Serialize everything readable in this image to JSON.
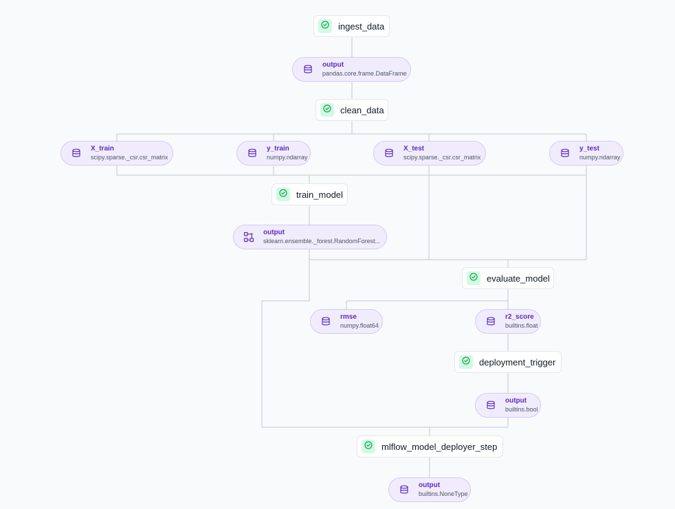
{
  "colors": {
    "edge": "#c2c6cc",
    "step_status_bg": "#d1fae5",
    "step_status_icon": "#16a34a",
    "artifact_bg": "#f1ecfc",
    "artifact_border": "#d6c9f3",
    "artifact_name": "#5b2bbf"
  },
  "steps": {
    "ingest_data": {
      "label": "ingest_data",
      "status": "completed"
    },
    "clean_data": {
      "label": "clean_data",
      "status": "completed"
    },
    "train_model": {
      "label": "train_model",
      "status": "completed"
    },
    "evaluate_model": {
      "label": "evaluate_model",
      "status": "completed"
    },
    "deployment_trigger": {
      "label": "deployment_trigger",
      "status": "completed"
    },
    "mlflow_model_deployer_step": {
      "label": "mlflow_model_deployer_step",
      "status": "completed"
    }
  },
  "artifacts": {
    "ingest_output": {
      "name": "output",
      "type": "pandas.core.frame.DataFrame",
      "icon": "database-icon"
    },
    "x_train": {
      "name": "X_train",
      "type": "scipy.sparse._csr.csr_matrix",
      "icon": "database-icon"
    },
    "y_train": {
      "name": "y_train",
      "type": "numpy.ndarray",
      "icon": "database-icon"
    },
    "x_test": {
      "name": "X_test",
      "type": "scipy.sparse._csr.csr_matrix",
      "icon": "database-icon"
    },
    "y_test": {
      "name": "y_test",
      "type": "numpy.ndarray",
      "icon": "database-icon"
    },
    "model_output": {
      "name": "output",
      "type": "sklearn.ensemble._forest.RandomForest...",
      "icon": "model-icon"
    },
    "rmse": {
      "name": "rmse",
      "type": "numpy.float64",
      "icon": "database-icon"
    },
    "r2_score": {
      "name": "r2_score",
      "type": "builtins.float",
      "icon": "database-icon"
    },
    "trigger_output": {
      "name": "output",
      "type": "builtins.bool",
      "icon": "database-icon"
    },
    "deployer_output": {
      "name": "output",
      "type": "builtins.NoneType",
      "icon": "database-icon"
    }
  }
}
